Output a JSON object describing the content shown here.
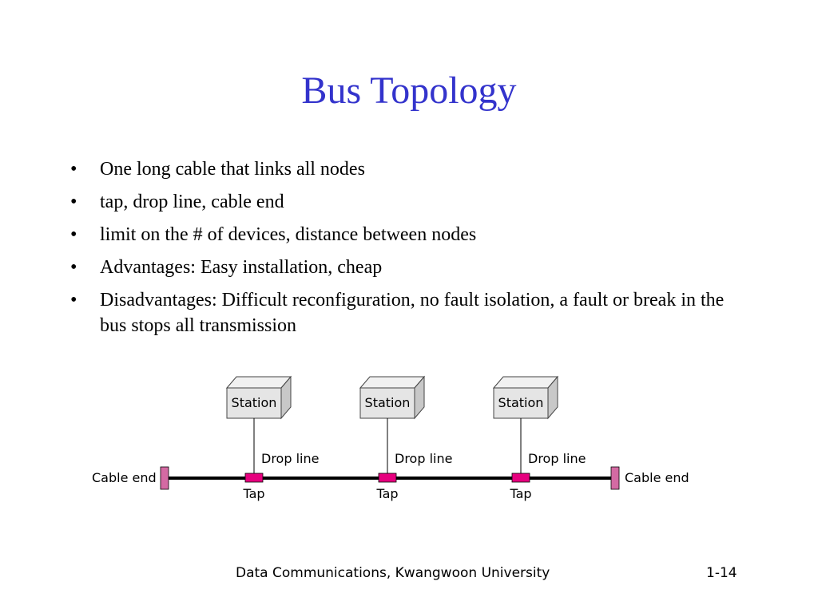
{
  "slide": {
    "title": "Bus Topology",
    "bullet_symbol": "•",
    "bullets": [
      "One long cable that links all nodes",
      "tap, drop line, cable end",
      "limit on the # of devices, distance between nodes",
      "Advantages: Easy installation, cheap",
      "Disadvantages: Difficult reconfiguration, no fault isolation, a fault or break in the bus stops all transmission"
    ]
  },
  "diagram": {
    "station_label": "Station",
    "drop_line_label": "Drop line",
    "tap_label": "Tap",
    "cable_end_label": "Cable end",
    "station_count": 3,
    "colors": {
      "station_front": "#e5e5e5",
      "station_top": "#f1f1f1",
      "station_side": "#c8c8c8",
      "tap": "#e6007e",
      "cable_end": "#d46aa3",
      "bus": "#000000"
    }
  },
  "footer": {
    "course": "Data Communications, Kwangwoon University",
    "page": "1-14"
  }
}
